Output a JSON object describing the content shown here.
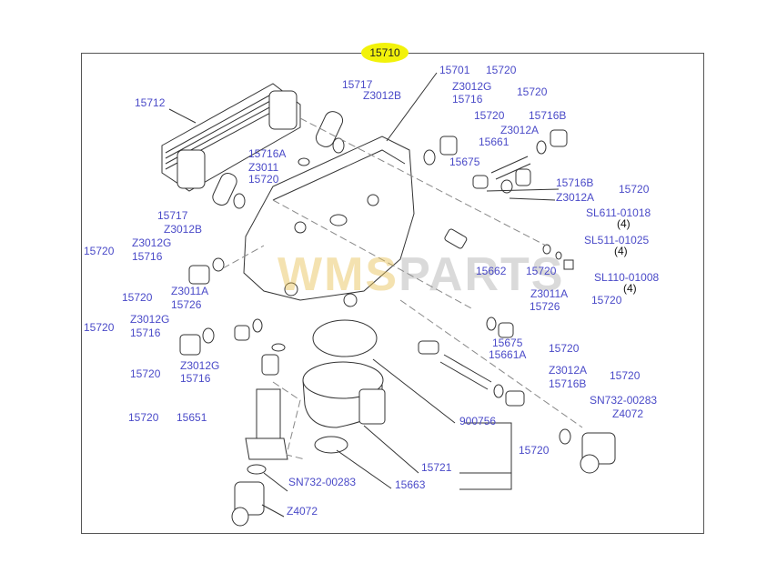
{
  "diagram": {
    "title": "15710",
    "watermark": "WMSPARTS",
    "colors": {
      "label": "#4a4ac8",
      "title_highlight": "#f2f20a",
      "line": "#333333"
    },
    "labels": [
      "15712",
      "15717",
      "Z3012B",
      "15716A",
      "Z3011",
      "15720",
      "15717",
      "Z3012B",
      "15720",
      "Z3012G",
      "15716",
      "15701",
      "15720",
      "Z3012G",
      "15720",
      "15716",
      "15720",
      "15716B",
      "Z3012A",
      "15661",
      "15675",
      "15716B",
      "15720",
      "Z3012A",
      "SL611-01018",
      "SL511-01025",
      "SL110-01008",
      "15662",
      "15720",
      "Z3011A",
      "15720",
      "15726",
      "15720",
      "Z3011A",
      "15726",
      "15720",
      "Z3012G",
      "15716",
      "15720",
      "Z3012G",
      "15716",
      "15675",
      "15720",
      "15661A",
      "Z3012A",
      "15720",
      "15716B",
      "SN732-00283",
      "Z4072",
      "15720",
      "15651",
      "900756",
      "15720",
      "15721",
      "SN732-00283",
      "15663",
      "Z4072"
    ],
    "quantities": [
      "(4)",
      "(4)",
      "(4)"
    ]
  }
}
